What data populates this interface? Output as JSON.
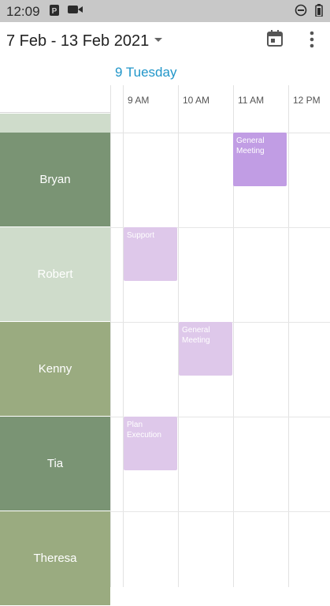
{
  "status_bar": {
    "time": "12:09",
    "icons": [
      "parking-icon",
      "video-camera-icon",
      "do-not-disturb-icon",
      "battery-icon"
    ]
  },
  "header": {
    "date_range": "7 Feb - 13 Feb 2021",
    "icons": [
      "dropdown-caret-icon",
      "calendar-icon",
      "more-vert-icon"
    ]
  },
  "day": {
    "number": "9",
    "weekday": "Tuesday"
  },
  "hours": [
    "9 AM",
    "10 AM",
    "11 AM",
    "12 PM"
  ],
  "resources": [
    {
      "name": "Bryan",
      "color": "#7a9474"
    },
    {
      "name": "Robert",
      "color": "#cfdccb"
    },
    {
      "name": "Kenny",
      "color": "#9aab80"
    },
    {
      "name": "Tia",
      "color": "#7a9474"
    },
    {
      "name": "Theresa",
      "color": "#9aab80"
    }
  ],
  "appointments": [
    {
      "resource": "Bryan",
      "title": "General Meeting",
      "start": "11 AM",
      "color": "#c19de4"
    },
    {
      "resource": "Robert",
      "title": "Support",
      "start": "9 AM",
      "color": "#dec8ea"
    },
    {
      "resource": "Kenny",
      "title": "General Meeting",
      "start": "10 AM",
      "color": "#dec8ea"
    },
    {
      "resource": "Tia",
      "title": "Plan Execution",
      "start": "9 AM",
      "color": "#dec8ea"
    }
  ],
  "colors": {
    "accent": "#2196c9",
    "status_bar": "#c8c8c8"
  }
}
